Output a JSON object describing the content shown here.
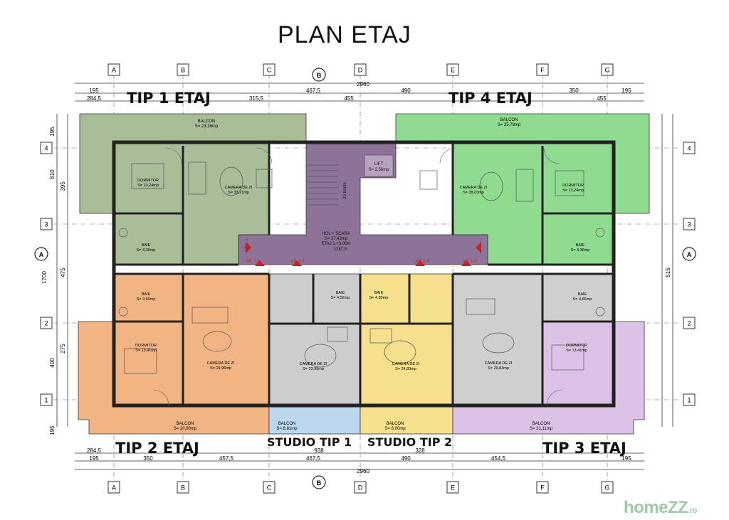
{
  "title": "PLAN ETAJ",
  "types": {
    "tip1": "TIP 1 ETAJ",
    "tip2": "TIP 2 ETAJ",
    "tip3": "TIP 3 ETAJ",
    "tip4": "TIP 4 ETAJ",
    "studio1": "STUDIO TIP 1",
    "studio2": "STUDIO TIP 2"
  },
  "colors": {
    "tip1": "#a9bd98",
    "tip4": "#8fdb8f",
    "core": "#8d7398",
    "tip2": "#f2b483",
    "studio1": "#cdcdcd",
    "studio2": "#f6df8d",
    "tip3gray": "#cfcfcf",
    "tip3": "#dcc2e6",
    "balcony_studio1": "#bcd7ee"
  },
  "grid_columns": [
    "A",
    "B",
    "C",
    "D",
    "E",
    "F",
    "G"
  ],
  "grid_rows": [
    "4",
    "3",
    "2",
    "1"
  ],
  "section_marker": "B",
  "section_side": "A",
  "dims_top": {
    "total": "2960",
    "row1": [
      "195",
      "467,5",
      "490",
      "350",
      "195"
    ],
    "row2": [
      "284,5",
      "315,5",
      "455",
      "455"
    ]
  },
  "dims_bottom": {
    "total": "2960",
    "row1": [
      "195",
      "350",
      "457,5",
      "467,5",
      "490",
      "454,5",
      "195"
    ],
    "row2": [
      "284,5",
      "938",
      "328"
    ]
  },
  "dims_side": [
    "195",
    "610",
    "395",
    "475",
    "515",
    "400",
    "275",
    "195",
    "1700"
  ],
  "balconies": {
    "tip1": {
      "name": "BALCON",
      "area": "S= 23,36mp"
    },
    "tip4": {
      "name": "BALCON",
      "area": "S= 25,78mp"
    },
    "tip2": {
      "name": "BALCON",
      "area": "S= 20,90mp"
    },
    "studio1": {
      "name": "BALCON",
      "area": "S= 6,81mp"
    },
    "studio2": {
      "name": "BALCON",
      "area": "S= 8,00mp"
    },
    "tip3": {
      "name": "BALCON",
      "area": "S= 21,11mp"
    }
  },
  "rooms": {
    "tip1_dormitor": {
      "name": "DORMITOR",
      "area": "S= 13,24mp"
    },
    "tip1_camera": {
      "name": "CAMERA DE ZI",
      "area": "S= 33,21mp"
    },
    "tip1_baie": {
      "name": "BAIE",
      "area": "S= 4,36mp"
    },
    "tip4_camera": {
      "name": "CAMERA DE ZI",
      "area": "S= 38,03mp"
    },
    "tip4_dormitor": {
      "name": "DORMITOR",
      "area": "S= 13,24mp"
    },
    "tip4_baie": {
      "name": "BAIE",
      "area": "S= 4,36mp"
    },
    "tip2_baie": {
      "name": "BAIE",
      "area": "S= 4,66mp"
    },
    "tip2_dormitor": {
      "name": "DORMITOR",
      "area": "S= 13,41mp"
    },
    "tip2_camera": {
      "name": "CAMERA DE ZI",
      "area": "S= 29,96mp"
    },
    "studio1_baie": {
      "name": "BAIE",
      "area": "S= 4,52mp"
    },
    "studio1_camera": {
      "name": "CAMERA DE ZI",
      "area": "S= 23,98mp"
    },
    "studio2_baie": {
      "name": "BAIE",
      "area": "S= 4,80mp"
    },
    "studio2_camera": {
      "name": "CAMERA DE ZI",
      "area": "S= 24,83mp"
    },
    "tip3_baie": {
      "name": "BAIE",
      "area": "S= 4,66mp"
    },
    "tip3_camera": {
      "name": "CAMERA DE ZI",
      "area": "S= 29,84mp"
    },
    "tip3_dormitor": {
      "name": "DORMITOR",
      "area": "S= 13,41mp"
    }
  },
  "core": {
    "lift": "LIFT",
    "lift_area": "S= 2,56mp",
    "hall": "HOL + SCARA",
    "hall_area": "S= 37,42mp",
    "level": "ETAJ 1 +3,00m",
    "stair_steps": "20 trepte",
    "dim": "1287,5"
  },
  "apartments": [
    "AP. 1.2",
    "AP. 1.3",
    "AP. 1.4",
    "AP. 1.6",
    "AP. 1.1"
  ],
  "watermark": {
    "brand": "homeZZ",
    "suffix": ".ro"
  }
}
